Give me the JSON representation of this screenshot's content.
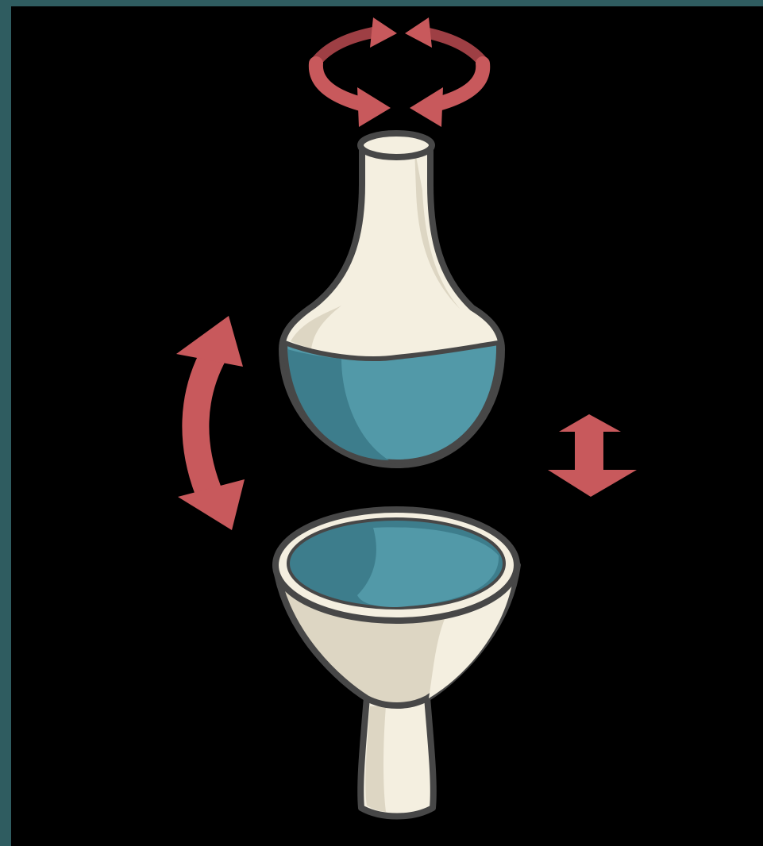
{
  "figure": {
    "background": "#000000",
    "frame_color": "#2f5c60",
    "arrow_color": "#c8595c",
    "arrow_shadow": "#9e3f44",
    "body_color": "#f4efe0",
    "shade_color": "#ddd6c3",
    "fluid_color": "#5299a8",
    "fluid_shade": "#3d7d8c",
    "outline_color": "#474747"
  },
  "parts": [
    {
      "name": "upper-component",
      "description_icon": "bulb-flask-icon"
    },
    {
      "name": "lower-component",
      "description_icon": "funnel-cup-icon"
    }
  ],
  "arrows": [
    {
      "name": "rotation-arrows",
      "icon": "rotate-circular-icon"
    },
    {
      "name": "curved-double-arrow",
      "icon": "curved-up-down-arrow-icon"
    },
    {
      "name": "vertical-double-arrow",
      "icon": "short-up-down-arrow-icon"
    }
  ]
}
